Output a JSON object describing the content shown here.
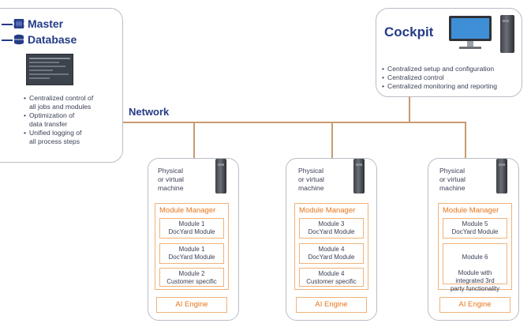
{
  "master": {
    "title_line1": "Master",
    "title_line2": "Database",
    "icons": [
      "server-icon",
      "database-icon"
    ],
    "bullets": [
      "Centralized control of\nall jobs and modules",
      "Optimization of\ndata transfer",
      "Unified logging of\nall process steps"
    ]
  },
  "cockpit": {
    "title": "Cockpit",
    "bullets": [
      "Centralized setup and configuration",
      "Centralized control",
      "Centralized monitoring and reporting"
    ]
  },
  "network": {
    "label": "Network"
  },
  "machines": [
    {
      "label": "Physical\nor virtual\nmachine",
      "manager": "Module Manager",
      "modules": [
        {
          "name": "Module 1",
          "desc": "DocYard Module"
        },
        {
          "name": "Module 1",
          "desc": "DocYard Module"
        },
        {
          "name": "Module 2",
          "desc": "Customer specific"
        }
      ],
      "ai": "AI Engine"
    },
    {
      "label": "Physical\nor virtual\nmachine",
      "manager": "Module Manager",
      "modules": [
        {
          "name": "Module 3",
          "desc": "DocYard Module"
        },
        {
          "name": "Module 4",
          "desc": "DocYard Module"
        },
        {
          "name": "Module 4",
          "desc": "Customer specific"
        }
      ],
      "ai": "AI Engine"
    },
    {
      "label": "Physical\nor virtual\nmachine",
      "manager": "Module Manager",
      "modules": [
        {
          "name": "Module 5",
          "desc": "DocYard Module"
        },
        {
          "name": "Module 6",
          "desc": "Module with\nintegrated 3rd\nparty functionality"
        }
      ],
      "ai": "AI Engine"
    }
  ],
  "colors": {
    "title": "#243b86",
    "accent": "#e8751a",
    "border": "#f1b27a",
    "line": "#c89a72"
  }
}
